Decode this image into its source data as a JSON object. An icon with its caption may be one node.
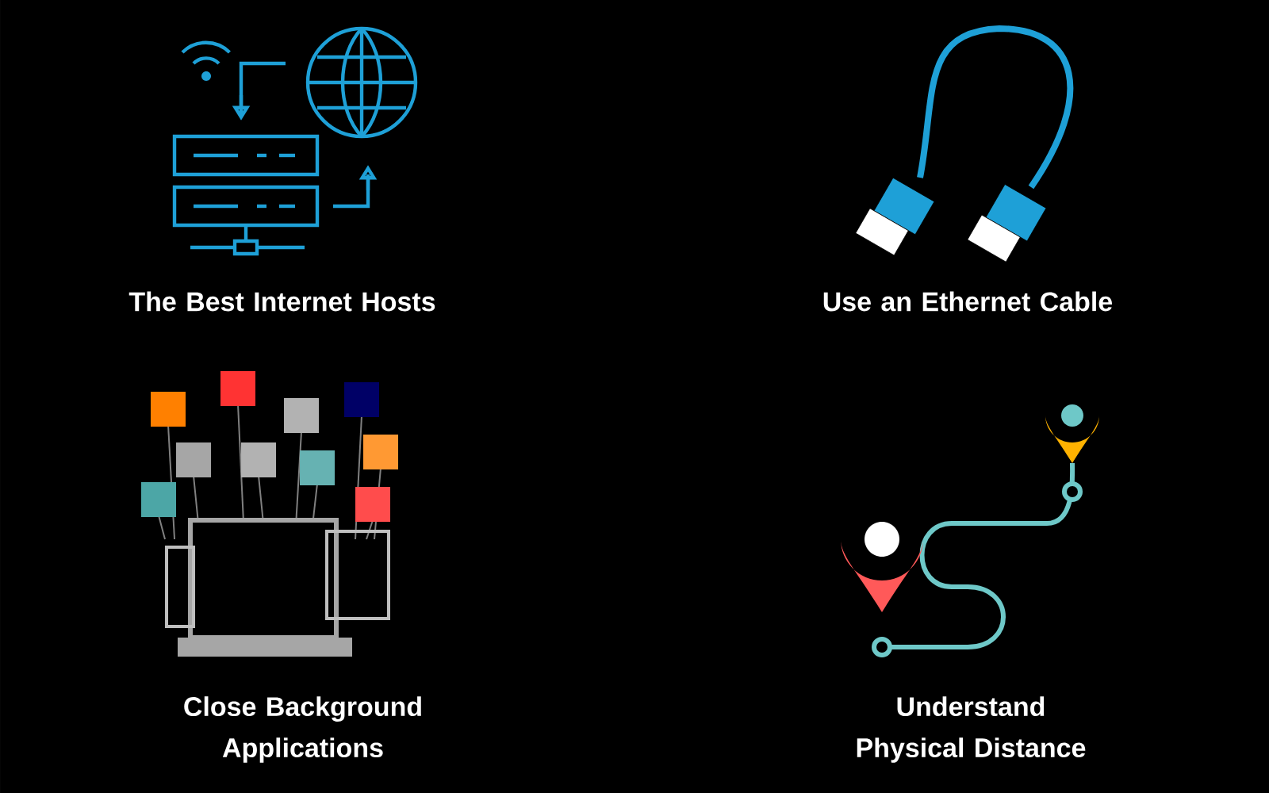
{
  "diagram": {
    "labels": [
      "The Best Internet Hosts",
      "Use an Ethernet Cable",
      "Close Background Applications",
      "Understand Physical Distance"
    ]
  }
}
